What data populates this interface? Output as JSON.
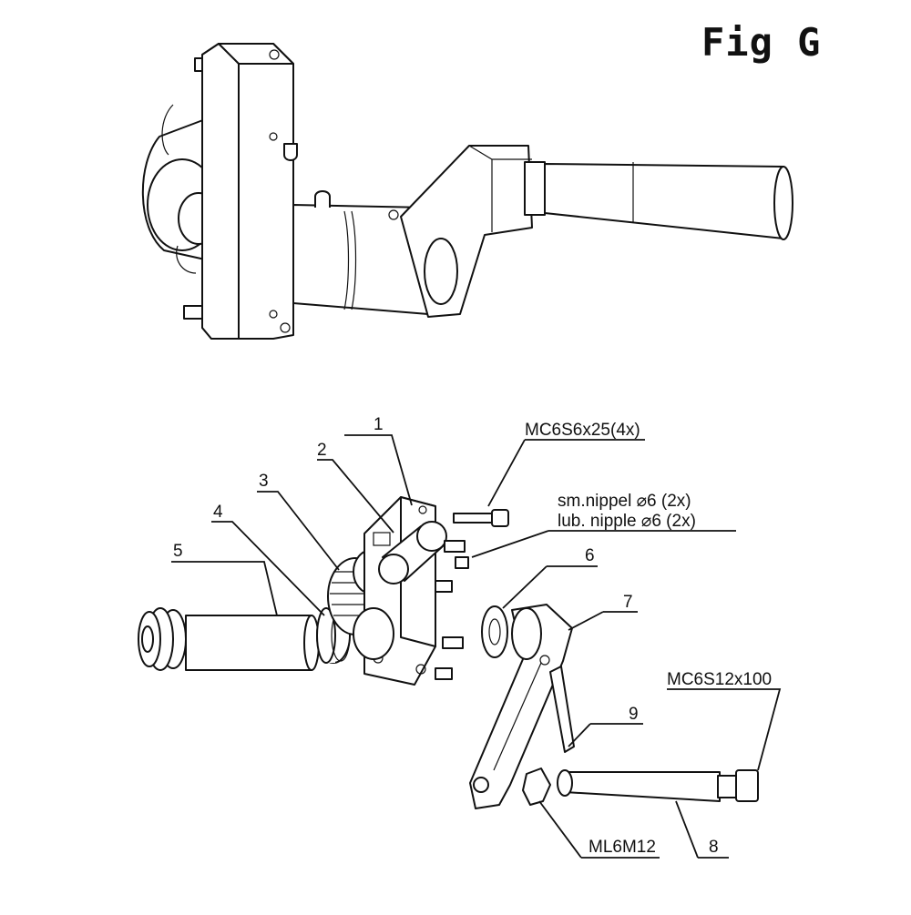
{
  "figure": {
    "title": "Fig G"
  },
  "labels": {
    "p1": "1",
    "p2": "2",
    "p3": "3",
    "p4": "4",
    "p5": "5",
    "p6": "6",
    "p7": "7",
    "p8": "8",
    "p9": "9",
    "screw_a": "MC6S6x25(4x)",
    "nipple_nl": "sm.nippel  ⌀6  (2x)",
    "nipple_en": "lub. nipple  ⌀6  (2x)",
    "screw_b": "MC6S12x100",
    "nut": "ML6M12"
  }
}
